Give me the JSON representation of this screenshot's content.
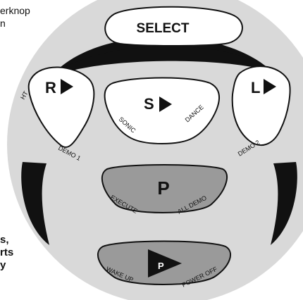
{
  "side_text": "erknop\nn",
  "bottom_text": "s,\nrts\ny",
  "buttons": {
    "select": {
      "label": "SELECT"
    },
    "r": {
      "label": "R",
      "caption": "DEMO 1",
      "side_caption": "HT"
    },
    "s": {
      "label": "S",
      "caption_left": "SONIC",
      "caption_right": "DANCE"
    },
    "l": {
      "label": "L",
      "caption": "DEMO 2"
    },
    "p_execute": {
      "label": "P",
      "caption_left": "EXECUTE",
      "caption_right": "ALL DEMO"
    },
    "p_power": {
      "label": "P",
      "caption_left": "WAKE UP",
      "caption_right": "POWER OFF"
    }
  },
  "colors": {
    "device_bg": "#d9d9d9",
    "button_fill": "#ffffff",
    "pressed_fill": "#9a9a9a",
    "outline": "#111111"
  }
}
